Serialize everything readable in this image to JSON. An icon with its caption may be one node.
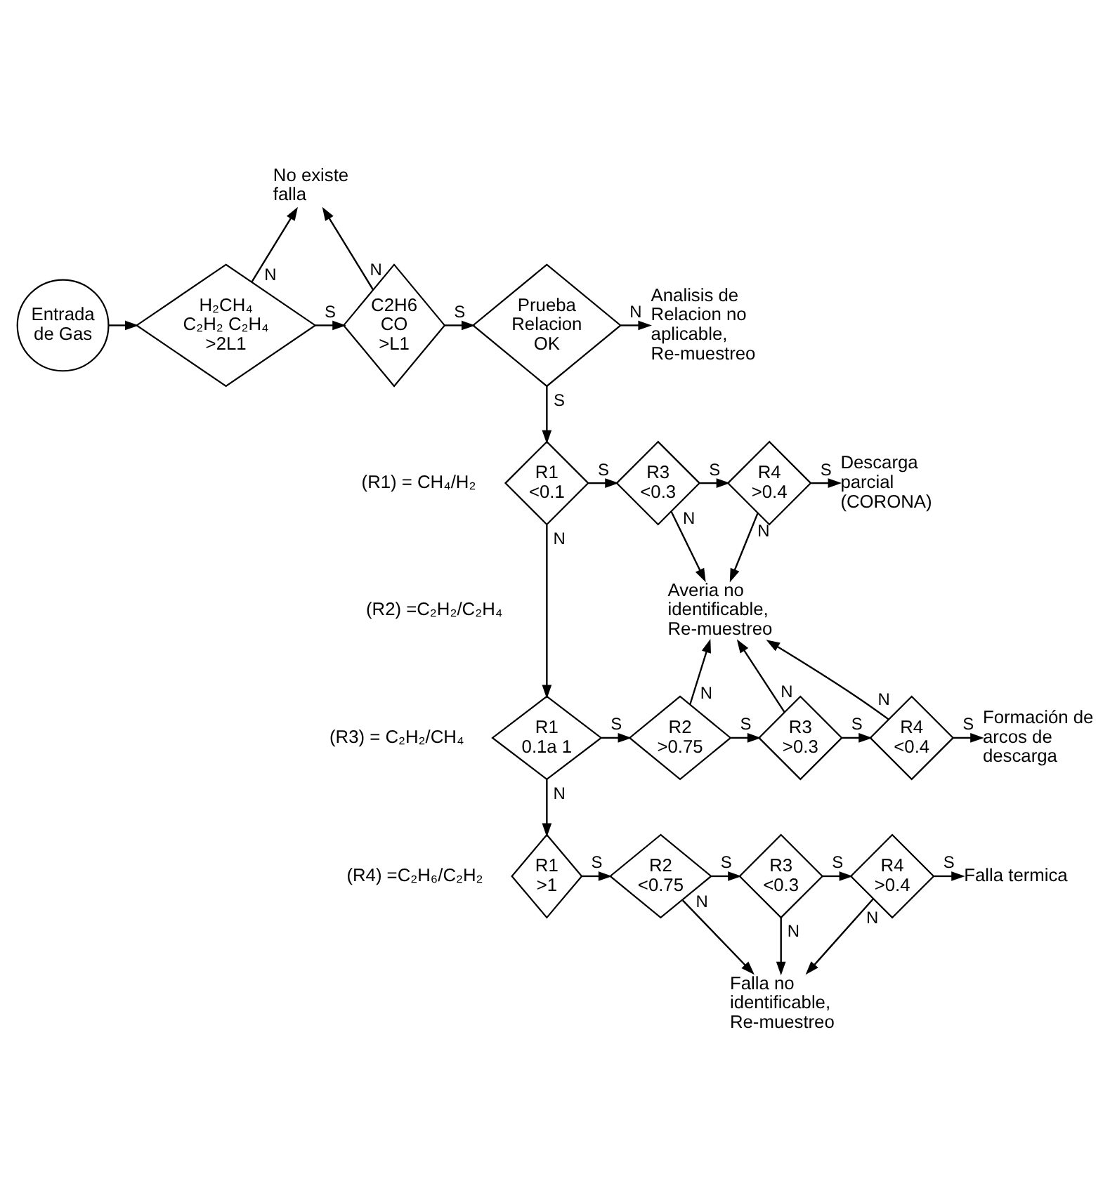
{
  "diagram": {
    "nodes": [
      {
        "text": [
          "Entrada de Gas"
        ]
      },
      {
        "text": [
          "H₂CH₄",
          "C₂H₂ C₂H₄",
          ">2L1"
        ]
      },
      {
        "text": [
          "C2H6",
          "CO",
          ">L1"
        ]
      },
      {
        "text": [
          "Prueba Relacion OK"
        ]
      },
      {
        "text": [
          "No existe falla"
        ]
      },
      {
        "text": [
          "Analisis de Relacion no aplicable, Re-muestreo"
        ]
      },
      {
        "text": [
          "R1",
          "<0.1"
        ]
      },
      {
        "text": [
          "R3",
          "<0.3"
        ]
      },
      {
        "text": [
          "R4",
          ">0.4"
        ]
      },
      {
        "text": [
          "Descarga parcial (CORONA)"
        ]
      },
      {
        "text": [
          "Averia no identificable, Re-muestreo"
        ]
      },
      {
        "text": [
          "R1",
          "0.1a 1"
        ]
      },
      {
        "text": [
          "R2",
          ">0.75"
        ]
      },
      {
        "text": [
          "R3",
          ">0.3"
        ]
      },
      {
        "text": [
          "R4",
          "<0.4"
        ]
      },
      {
        "text": [
          "Formación de arcos de descarga"
        ]
      },
      {
        "text": [
          "Falla no identificable, Re-muestreo"
        ]
      },
      {
        "text": [
          "R1",
          ">1"
        ]
      },
      {
        "text": [
          "R2",
          "<0.75"
        ]
      },
      {
        "text": [
          "R3",
          "<0.3"
        ]
      },
      {
        "text": [
          "R4",
          ">0.4"
        ]
      },
      {
        "text": [
          "Falla termica"
        ]
      }
    ],
    "edges": [
      {
        "from": 0,
        "to": 1,
        "arrow": "to"
      },
      {
        "from": 1,
        "to": 2,
        "arrow": "to",
        "label": "S"
      },
      {
        "from": 1,
        "to": 4,
        "arrow": "to",
        "label": "N"
      },
      {
        "from": 2,
        "to": 3,
        "arrow": "to",
        "label": "S"
      },
      {
        "from": 2,
        "to": 4,
        "arrow": "to",
        "label": "N"
      },
      {
        "from": 3,
        "to": 5,
        "arrow": "to",
        "label": "N"
      },
      {
        "from": 3,
        "to": 6,
        "arrow": "to",
        "label": "S"
      },
      {
        "from": 6,
        "to": 7,
        "arrow": "to",
        "label": "S"
      },
      {
        "from": 6,
        "to": 11,
        "arrow": "to",
        "label": "N"
      },
      {
        "from": 7,
        "to": 8,
        "arrow": "to",
        "label": "S"
      },
      {
        "from": 7,
        "to": 10,
        "arrow": "to",
        "label": "N"
      },
      {
        "from": 8,
        "to": 9,
        "arrow": "to",
        "label": "S"
      },
      {
        "from": 8,
        "to": 10,
        "arrow": "to",
        "label": "N"
      },
      {
        "from": 11,
        "to": 12,
        "arrow": "to",
        "label": "S"
      },
      {
        "from": 11,
        "to": 17,
        "arrow": "to",
        "label": "N"
      },
      {
        "from": 12,
        "to": 13,
        "arrow": "to",
        "label": "S"
      },
      {
        "from": 12,
        "to": 10,
        "arrow": "to",
        "label": "N"
      },
      {
        "from": 13,
        "to": 14,
        "arrow": "to",
        "label": "S"
      },
      {
        "from": 13,
        "to": 10,
        "arrow": "to",
        "label": "N"
      },
      {
        "from": 14,
        "to": 15,
        "arrow": "to",
        "label": "S"
      },
      {
        "from": 14,
        "to": 10,
        "arrow": "to",
        "label": "N"
      },
      {
        "from": 17,
        "to": 18,
        "arrow": "to",
        "label": "S"
      },
      {
        "from": 18,
        "to": 19,
        "arrow": "to",
        "label": "S"
      },
      {
        "from": 18,
        "to": 16,
        "arrow": "to",
        "label": "N"
      },
      {
        "from": 19,
        "to": 20,
        "arrow": "to",
        "label": "S"
      },
      {
        "from": 19,
        "to": 16,
        "arrow": "to",
        "label": "N"
      },
      {
        "from": 20,
        "to": 21,
        "arrow": "to",
        "label": "S"
      },
      {
        "from": 20,
        "to": 16,
        "arrow": "to",
        "label": "N"
      }
    ],
    "labels": [
      "(R1) = CH₄/H₂",
      "(R2) =C₂H₂/C₂H₄",
      "(R3) = C₂H₂/CH₄",
      "(R4) =C₂H₆/C₂H₂"
    ]
  }
}
